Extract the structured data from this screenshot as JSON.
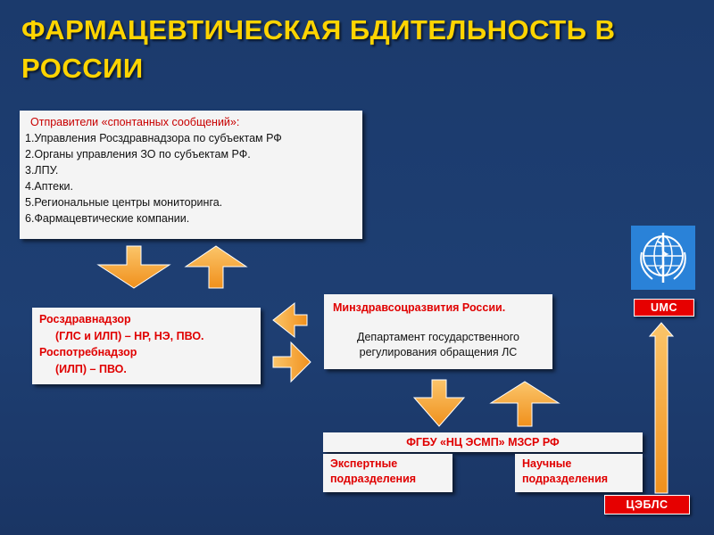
{
  "title": "ФАРМАЦЕВТИЧЕСКАЯ БДИТЕЛЬНОСТЬ В РОССИИ",
  "senders": {
    "heading": "Отправители «спонтанных сообщений»:",
    "items": [
      "1.Управления Росздравнадзора по субъектам РФ",
      "2.Органы управления ЗО по субъектам РФ.",
      "3.ЛПУ.",
      "4.Аптеки.",
      "5.Региональные центры мониторинга.",
      "6.Фармацевтические компании."
    ]
  },
  "regulators": {
    "line1": "Росздравнадзор",
    "line2": "(ГЛС и ИЛП) – НР, НЭ, ПВО.",
    "line3": "Роспотребнадзор",
    "line4": "(ИЛП) – ПВО."
  },
  "ministry": {
    "heading": "Минздравсоцразвития России.",
    "department": "Департамент государственного регулирования обращения ЛС"
  },
  "fgbu": {
    "heading": "ФГБУ «НЦ ЭСМП» МЗСР РФ",
    "expert": "Экспертные подразделения",
    "science": "Научные подразделения"
  },
  "badges": {
    "umc": "UMC",
    "cebls": "ЦЭБЛС"
  },
  "icons": {
    "who_logo": "who-emblem-icon"
  },
  "colors": {
    "background": "#1d3a6b",
    "title": "#ffd400",
    "accent_red": "#e00000",
    "arrow_orange": "#f5a623",
    "who_blue": "#2a82d8"
  }
}
